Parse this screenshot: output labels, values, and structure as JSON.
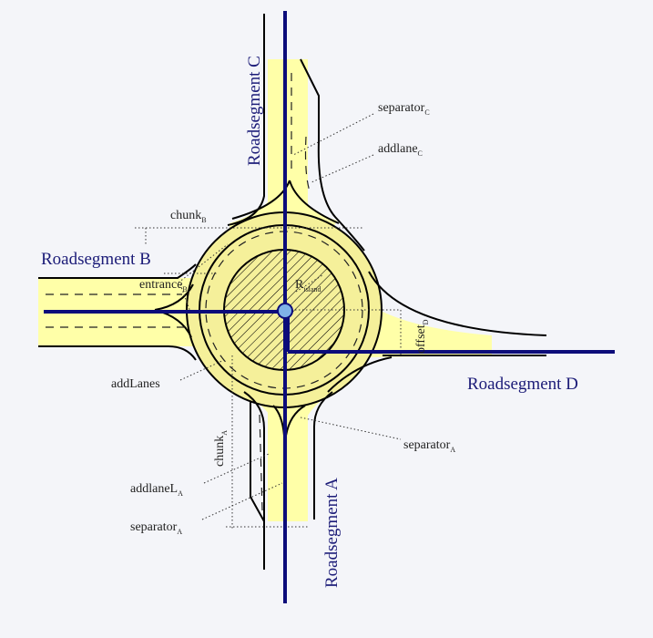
{
  "roads": {
    "A": "Roadsegment A",
    "B": "Roadsegment B",
    "C": "Roadsegment C",
    "D": "Roadsegment D"
  },
  "annotations": {
    "separator_c": {
      "main": "separator",
      "sub": "C"
    },
    "addlane_c": {
      "main": "addlane",
      "sub": "C"
    },
    "chunk_b": {
      "main": "chunk",
      "sub": "B"
    },
    "entrance_b": {
      "main": "entrance",
      "sub": "B"
    },
    "r_island": {
      "main": "R",
      "sub": "island"
    },
    "offset_d": {
      "main": "offset",
      "sub": "D"
    },
    "addlanes": {
      "main": "addLanes"
    },
    "chunk_a": {
      "main": "chunk",
      "sub": "A"
    },
    "separator_a_right": {
      "main": "separator",
      "sub": "A"
    },
    "addlanel_a": {
      "main": "addlaneL",
      "sub": "A"
    },
    "separator_a_left": {
      "main": "separator",
      "sub": "A"
    }
  },
  "colors": {
    "asphalt": "#ffffa8",
    "roundabout": "#f5f09a",
    "road_axis": "#0c0c7a",
    "center_node": "#7fb2e8"
  }
}
